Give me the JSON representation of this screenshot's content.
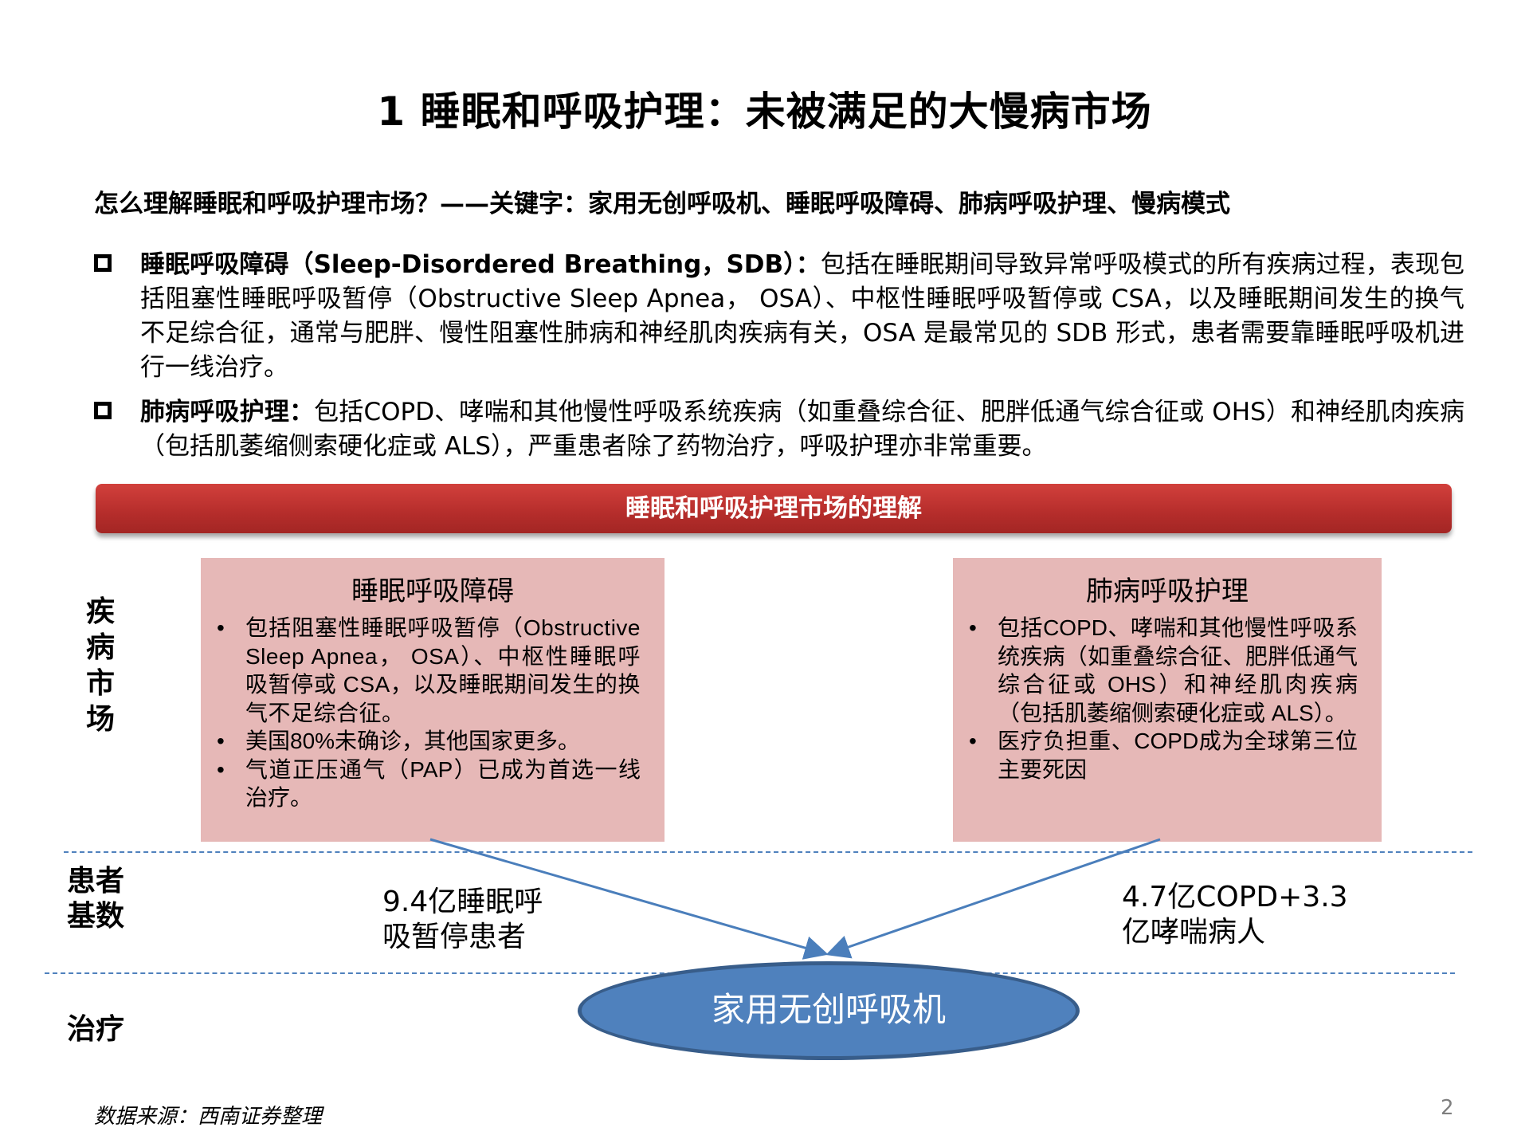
{
  "page": {
    "title": "1 睡眠和呼吸护理：未被满足的大慢病市场",
    "subtitle": "怎么理解睡眠和呼吸护理市场？——关键字：家用无创呼吸机、睡眠呼吸障碍、肺病呼吸护理、慢病模式",
    "bullets": [
      {
        "lead": "睡眠呼吸障碍（Sleep-Disordered  Breathing，SDB）：",
        "text": "包括在睡眠期间导致异常呼吸模式的所有疾病过程，表现包括阻塞性睡眠呼吸暂停（Obstructive Sleep Apnea， OSA）、中枢性睡眠呼吸暂停或 CSA，以及睡眠期间发生的换气不足综合征，通常与肥胖、慢性阻塞性肺病和神经肌肉疾病有关，OSA 是最常见的 SDB 形式，患者需要靠睡眠呼吸机进行一线治疗。"
      },
      {
        "lead": "肺病呼吸护理：",
        "text": "包括COPD、哮喘和其他慢性呼吸系统疾病（如重叠综合征、肥胖低通气综合征或 OHS）和神经肌肉疾病（包括肌萎缩侧索硬化症或 ALS），严重患者除了药物治疗，呼吸护理亦非常重要。"
      }
    ],
    "banner": "睡眠和呼吸护理市场的理解",
    "row_labels": {
      "disease_market": "疾\n病\n市\n场",
      "patient_base": "患者\n基数",
      "treatment": "治疗"
    },
    "boxes": [
      {
        "title": "睡眠呼吸障碍",
        "items": [
          "包括阻塞性睡眠呼吸暂停（Obstructive Sleep Apnea， OSA）、中枢性睡眠呼吸暂停或 CSA，以及睡眠期间发生的换气不足综合征。",
          "美国80%未确诊，其他国家更多。",
          "气道正压通气（PAP）已成为首选一线治疗。"
        ]
      },
      {
        "title": "肺病呼吸护理",
        "items": [
          "包括COPD、哮喘和其他慢性呼吸系统疾病（如重叠综合征、肥胖低通气综合征或 OHS）和神经肌肉疾病（包括肌萎缩侧索硬化症或 ALS）。",
          "医疗负担重、COPD成为全球第三位主要死因"
        ]
      }
    ],
    "patient_counts": {
      "left": "9.4亿睡眠呼\n吸暂停患者",
      "right": "4.7亿COPD+3.3\n亿哮喘病人"
    },
    "treatment": "家用无创呼吸机",
    "source": "数据来源：西南证券整理",
    "page_number": "2",
    "colors": {
      "banner_red": "#c0392f",
      "box_pink": "#e6b8b7",
      "ellipse_blue": "#4f81bd",
      "ellipse_border": "#385d8a",
      "dash_blue": "#4f81bd"
    }
  }
}
